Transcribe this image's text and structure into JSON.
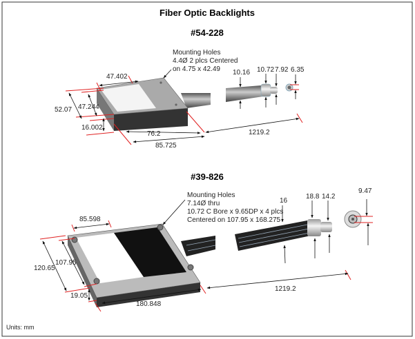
{
  "title": "Fiber Optic Backlights",
  "units": "Units: mm",
  "parts": [
    {
      "part_number": "#54-228",
      "note": [
        "Mounting Holes",
        "4.4Ø 2 plcs Centered",
        "on 4.75 x 42.49"
      ],
      "dims": {
        "top_width": "47.402",
        "overall_depth": "52.07",
        "inner_depth": "47.244",
        "thickness": "16.002",
        "panel_length": "76.2",
        "overall_length": "85.725",
        "cable_length": "1219.2",
        "cable_dia": "10.16",
        "ferrule_dia": "10.72",
        "tip_dia": "7.92",
        "end_dia": "6.35"
      }
    },
    {
      "part_number": "#39-826",
      "note": [
        "Mounting Holes",
        "7.14Ø thru",
        "10.72 C Bore x 9.65DP x 4 plcs",
        "Centered on 107.95 x 168.275"
      ],
      "dims": {
        "top_width": "85.598",
        "overall_depth": "120.65",
        "inner_depth": "107.95",
        "thickness": "19.05",
        "overall_length": "180.848",
        "cable_length": "1219.2",
        "cable_dia": "16",
        "ferrule_dia": "18.8",
        "tip_dia": "14.2",
        "end_dia": "9.47"
      }
    }
  ]
}
